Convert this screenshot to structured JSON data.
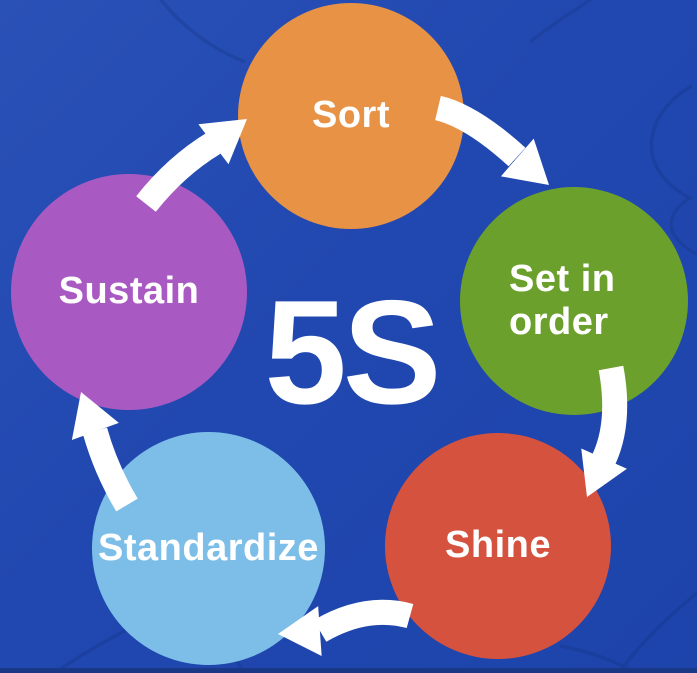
{
  "diagram_title": "5S",
  "center_label": "5S",
  "text_color": "#FFFFFF",
  "arrow_color": "#FFFFFF",
  "background": {
    "color": "#2148B0",
    "line_color": "#14307C",
    "bottom_edge_color": "#1B3886"
  },
  "steps": [
    {
      "id": "sort",
      "label": "Sort",
      "color": "#E89245"
    },
    {
      "id": "set-in-order",
      "label": "Set in order",
      "color": "#6CA02C"
    },
    {
      "id": "shine",
      "label": "Shine",
      "color": "#D5523E"
    },
    {
      "id": "standardize",
      "label": "Standardize",
      "color": "#7CBEE8"
    },
    {
      "id": "sustain",
      "label": "Sustain",
      "color": "#A95AC2"
    }
  ],
  "cycle": [
    {
      "from": "Sort",
      "to": "Set in order"
    },
    {
      "from": "Set in order",
      "to": "Shine"
    },
    {
      "from": "Shine",
      "to": "Standardize"
    },
    {
      "from": "Standardize",
      "to": "Sustain"
    },
    {
      "from": "Sustain",
      "to": "Sort"
    }
  ]
}
